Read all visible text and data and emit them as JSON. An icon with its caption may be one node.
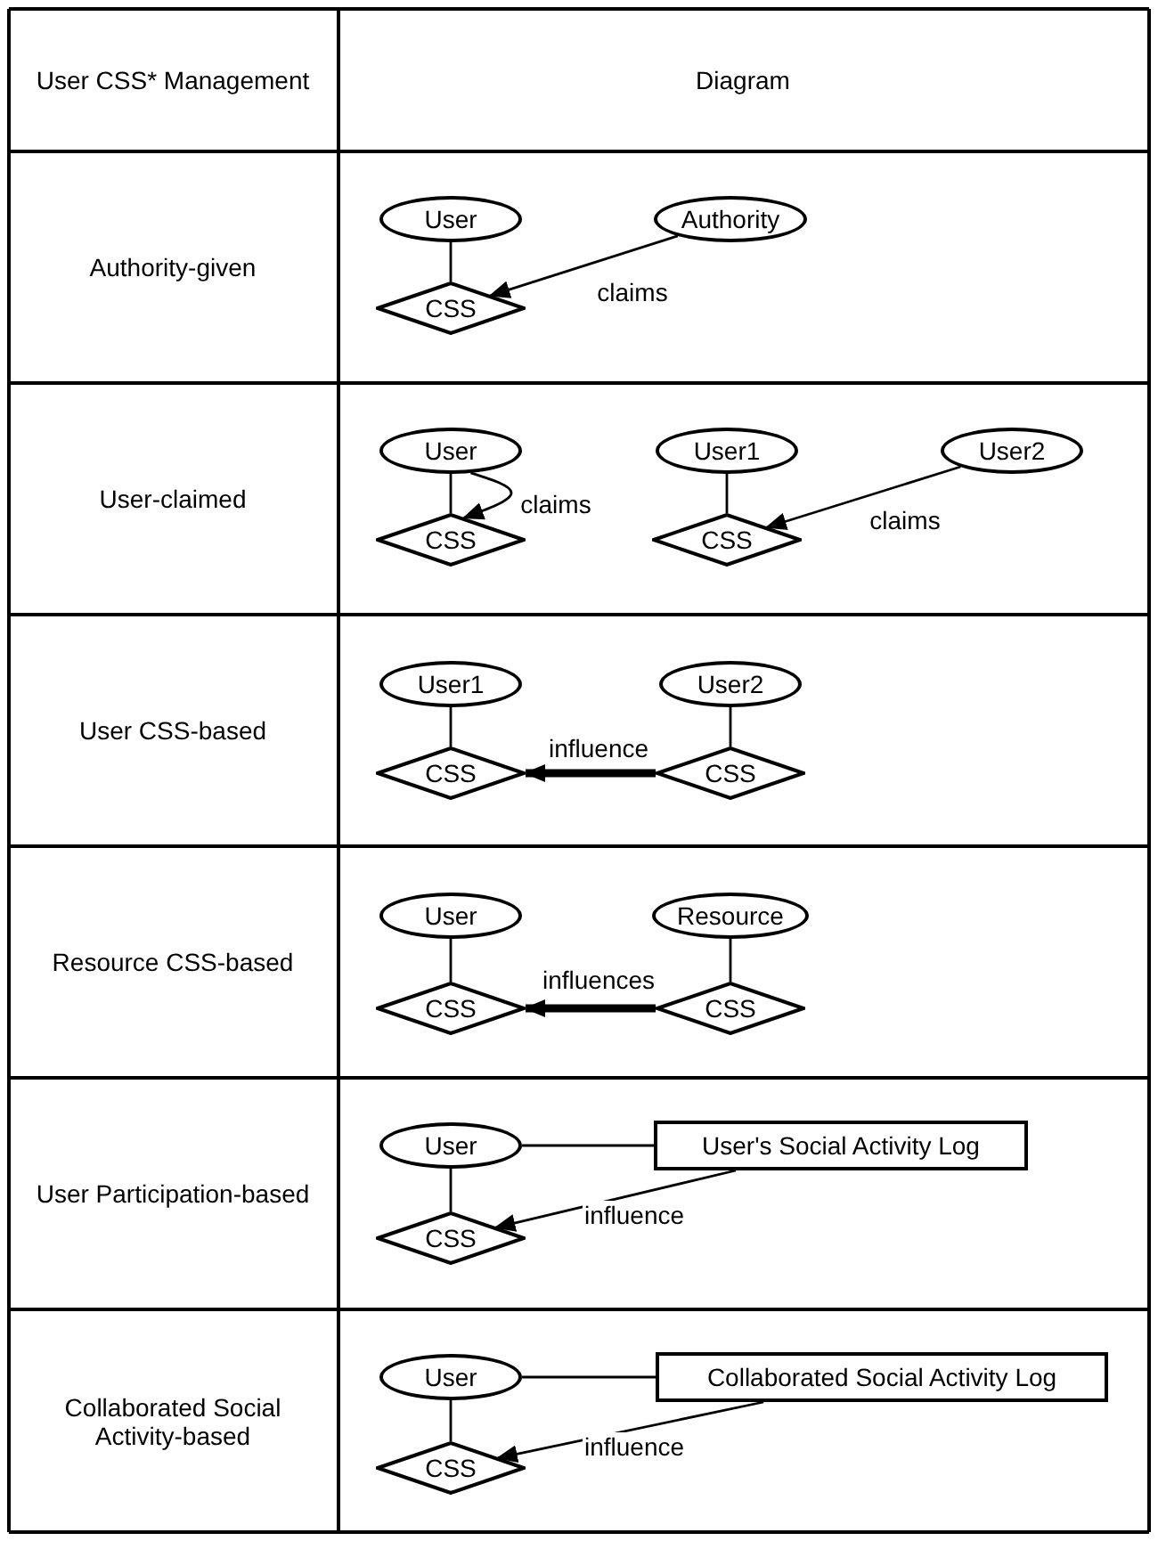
{
  "diagram": {
    "nodes": [
      {
        "text": [
          "User"
        ]
      },
      {
        "text": [
          "Authority"
        ]
      },
      {
        "text": [
          "CSS"
        ]
      },
      {
        "text": [
          "User"
        ]
      },
      {
        "text": [
          "User1"
        ]
      },
      {
        "text": [
          "User2"
        ]
      },
      {
        "text": [
          "CSS"
        ]
      },
      {
        "text": [
          "CSS"
        ]
      },
      {
        "text": [
          "User1"
        ]
      },
      {
        "text": [
          "User2"
        ]
      },
      {
        "text": [
          "CSS"
        ]
      },
      {
        "text": [
          "CSS"
        ]
      },
      {
        "text": [
          "User"
        ]
      },
      {
        "text": [
          "Resource"
        ]
      },
      {
        "text": [
          "CSS"
        ]
      },
      {
        "text": [
          "CSS"
        ]
      },
      {
        "text": [
          "User"
        ]
      },
      {
        "text": [
          "User's Social Activity Log"
        ]
      },
      {
        "text": [
          "CSS"
        ]
      },
      {
        "text": [
          "User"
        ]
      },
      {
        "text": [
          "Collaborated Social Activity Log"
        ]
      },
      {
        "text": [
          "CSS"
        ]
      }
    ],
    "edges": [
      {
        "from": 0,
        "to": 2,
        "arrow": "none"
      },
      {
        "from": 1,
        "to": 2,
        "arrow": "to",
        "label": "claims"
      },
      {
        "from": 3,
        "to": 6,
        "arrow": "none"
      },
      {
        "from": 3,
        "to": 6,
        "arrow": "to",
        "label": "claims"
      },
      {
        "from": 4,
        "to": 7,
        "arrow": "none"
      },
      {
        "from": 5,
        "to": 7,
        "arrow": "to",
        "label": "claims"
      },
      {
        "from": 8,
        "to": 10,
        "arrow": "none"
      },
      {
        "from": 9,
        "to": 11,
        "arrow": "none"
      },
      {
        "from": 11,
        "to": 10,
        "arrow": "to",
        "label": "influence",
        "style": "thick"
      },
      {
        "from": 12,
        "to": 14,
        "arrow": "none"
      },
      {
        "from": 13,
        "to": 15,
        "arrow": "none"
      },
      {
        "from": 15,
        "to": 14,
        "arrow": "to",
        "label": "influences",
        "style": "thick"
      },
      {
        "from": 16,
        "to": 17,
        "arrow": "none"
      },
      {
        "from": 16,
        "to": 18,
        "arrow": "none"
      },
      {
        "from": 17,
        "to": 18,
        "arrow": "to",
        "label": "influence"
      },
      {
        "from": 19,
        "to": 20,
        "arrow": "none"
      },
      {
        "from": 19,
        "to": 21,
        "arrow": "none"
      },
      {
        "from": 20,
        "to": 21,
        "arrow": "to",
        "label": "influence"
      }
    ],
    "labels": [
      "User CSS* Management",
      "Diagram",
      "Authority-given",
      "User-claimed",
      "User CSS-based",
      "Resource CSS-based",
      "User Participation-based",
      "Collaborated Social Activity-based"
    ]
  }
}
